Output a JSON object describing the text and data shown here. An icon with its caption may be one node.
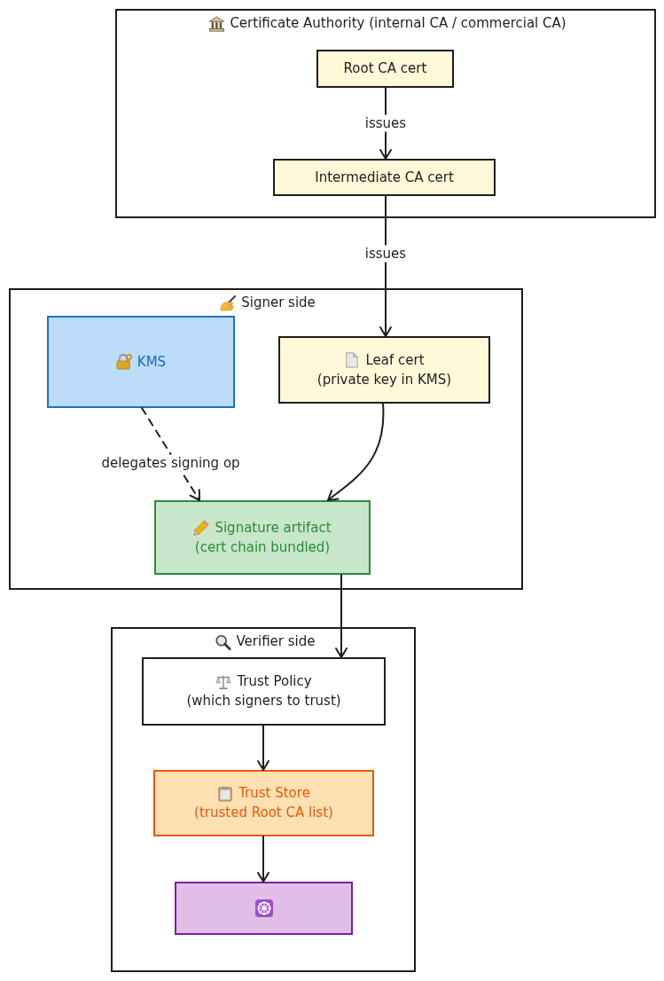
{
  "diagram": {
    "nodes": [
      {
        "text": [
          "Certificate Authority (internal CA / commercial CA)"
        ]
      },
      {
        "text": [
          "Root CA cert"
        ],
        "in": 0
      },
      {
        "text": [
          "Intermediate CA cert"
        ],
        "in": 0
      },
      {
        "text": [
          "Signer side"
        ]
      },
      {
        "text": [
          "KMS"
        ],
        "in": 3
      },
      {
        "text": [
          "Leaf cert",
          "(private key in KMS)"
        ],
        "in": 3
      },
      {
        "text": [
          "Signature artifact",
          "(cert chain bundled)"
        ],
        "in": 3
      },
      {
        "text": [
          "Verifier side"
        ]
      },
      {
        "text": [
          "Trust Policy",
          "(which signers to trust)"
        ],
        "in": 7
      },
      {
        "text": [
          "Trust Store",
          "(trusted Root CA list)"
        ],
        "in": 7
      },
      {
        "text": [],
        "shape": "box",
        "in": 7
      }
    ],
    "edges": [
      {
        "from": 1,
        "to": 2,
        "arrow": "to",
        "label": "issues"
      },
      {
        "from": 2,
        "to": 5,
        "arrow": "to",
        "label": "issues"
      },
      {
        "from": 4,
        "to": 6,
        "arrow": "to",
        "label": "delegates signing op",
        "style": "dashed"
      },
      {
        "from": 5,
        "to": 6,
        "arrow": "to"
      },
      {
        "from": 6,
        "to": 8,
        "arrow": "to"
      },
      {
        "from": 8,
        "to": 9,
        "arrow": "to"
      },
      {
        "from": 9,
        "to": 10,
        "arrow": "to"
      }
    ]
  }
}
